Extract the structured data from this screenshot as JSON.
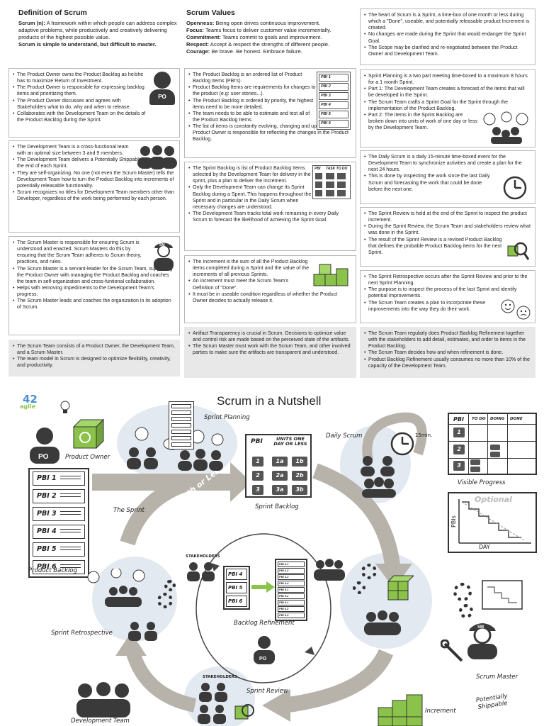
{
  "definition": {
    "heading": "Definition of Scrum",
    "term": "Scrum (n):",
    "text": " A framework within which people can address complex adaptive problems, while productively and creatively delivering products of the highest possible value.",
    "tagline": "Scrum is simple to understand, but difficult to master."
  },
  "values": {
    "heading": "Scrum Values",
    "items": [
      {
        "k": "Openness:",
        "v": " Being open drives continuous improvement."
      },
      {
        "k": "Focus:",
        "v": " Teams focus to deliver customer value incrementally."
      },
      {
        "k": "Commitment:",
        "v": " Teams commit to goals and improvement."
      },
      {
        "k": "Respect:",
        "v": " Accept & respect the strengths of different people."
      },
      {
        "k": "Courage:",
        "v": " Be brave. Be honest. Embrace failure."
      }
    ]
  },
  "sprint_card": {
    "items": [
      "The heart of Scrum is a Sprint, a time-box of one month or less during which a \"Done\", useable, and potentially releasable product Increment is created.",
      "No changes are made during the Sprint that would endanger the Sprint Goal.",
      "The Scope may be clarified and re-negotiated between the Product Owner and Development Team."
    ]
  },
  "product_owner_card": {
    "items": [
      "The Product Owner owns the Product Backlog as he/she has to maximize Return of Investment.",
      "The Product Owner is responsible for expressing backlog items and prioritizing them.",
      "The Product Owner discusses and agrees with Stakeholders what to do, why and when to release.",
      "Collaborates with the Development Team on the details of the Product Backlog during the Sprint."
    ],
    "badge": "PO"
  },
  "product_backlog_card": {
    "items": [
      "The Product Backlog is an ordered list of Product Backlog Items (PBI's).",
      "Product Backlog Items are requirements for changes to the product (e.g: user stories...).",
      "The Product Backlog is ordered by priority, the highest items need to be more detailed.",
      "The team needs to be able to estimate and test all of the Product Backlog Items.",
      "The list of items is constantly evolving, changing and updating, the Product Owner is responsible for reflecting the changes in the Product Backlog."
    ],
    "pbis": [
      "PBI 1",
      "PBI 2",
      "PBI 3",
      "PBI 4",
      "PBI 5",
      "PBI 6"
    ]
  },
  "sprint_planning_card": {
    "items": [
      "Sprint Planning is a two part meeting time-boxed to a maximum 8 hours for a 1 month Sprint.",
      "Part 1: The Development Team creates a forecast of the items that will be developed in the Sprint.",
      "The Scrum Team crafts a Sprint Goal for the Sprint through the implementation of the Product Backlog.",
      "Part 2: The items in the Sprint Backlog are broken down into units of work of one day or less by the Development Team."
    ]
  },
  "dev_team_card": {
    "items": [
      "The Development Team is a cross-functional team with an optimal size between 3 and 9 members.",
      "The Development Team delivers a Potentially Shippable Increment at the end of each Sprint.",
      "They are self-organizing. No one (not even the Scrum Master) tells the Development Team how to turn the Product Backlog into increments of potentially releasable functionality.",
      "Scrum recognizes no titles for Development Team members other than Developer, regardless of the work being performed by each person."
    ]
  },
  "sprint_backlog_card": {
    "items": [
      "The Sprint Backlog is list of Product Backlog Items selected by the Development Team for delivery in the sprint, plus a plan to deliver the increment.",
      "Only the Development Team can change its Sprint Backlog during a Sprint. This happens throughout the Sprint and in particular in the Daily Scrum when necessary changes are understood.",
      "The Development Team tracks total work remaining in every Daily Scrum to forecast the likelihood of achieving the Sprint Goal."
    ],
    "board_headers": [
      "PBI",
      "TASK TO DO"
    ]
  },
  "daily_scrum_card": {
    "items": [
      "The Daily Scrum is a daily 15-minute time-boxed event for the Development Team to synchronize activities and create a plan for the next 24 hours.",
      "This is done by inspecting the work since the last Daily Scrum and forecasting the work that could be done before the next one."
    ]
  },
  "scrum_master_card": {
    "items": [
      "The Scrum Master is responsible for ensuring Scrum is understood and enacted. Scrum Masters do this by ensuring that the Scrum Team adheres to Scrum theory, practices, and rules.",
      "The Scrum Master is a servant-leader for the Scrum Team, supporting the Product Owner with managing the Product Backlog and coaches the team in self-organization and cross-funtional collaboration.",
      "Helps with removing impediments to the Development Team's progress.",
      "The Scrum Master leads and coaches the organization in its adoption of Scrum."
    ],
    "badge": "SM"
  },
  "increment_card": {
    "items": [
      "The Increment is the sum of all the Product Backlog items completed during a Sprint and the value of the increments of all previous Sprints.",
      "An increment must meet the Scrum Team's Definition of \"Done\".",
      "It must be in useable condition regardless of whether the Product Owner decides to actually release it."
    ]
  },
  "sprint_review_card": {
    "items": [
      "The Sprint Review is held at the end of the Sprint to inspect the product increment.",
      "During the Sprint Review, the Scrum Team and stakeholders review what was done in the Sprint.",
      "The result of the Sprint Review is a revised Product Backlog that defines the probable Product Backlog items for the next Sprint."
    ]
  },
  "sprint_retro_card": {
    "items": [
      "The Sprint Retrospective occurs after the Sprint Review and prior to the next Sprint Planning.",
      "The purpose is to inspect the process of the last Sprint and identify potential improvements.",
      "The Scrum Team creates a plan to incorporate these improvements into the way they do their work."
    ]
  },
  "scrum_team_card": {
    "items": [
      "The Scrum Team consists of a Product Owner, the Development Team, and a Scrum Master.",
      "The team model in Scrum is designed to optimize flexibility, creativity, and productivity."
    ]
  },
  "artifact_card": {
    "items": [
      "Artifact Transparency is crucial in Scrum. Decisions to optimize value and control risk are made based on the perceived state of the artifacts.",
      "The Scrum Master must work with the Scrum Team, and other involved parties to make sure the artifacts are transparent and understood."
    ]
  },
  "refinement_card": {
    "items": [
      "The Scrum Team regularly does Product Backlog Refinement together with the stakeholders to add detail, estimates, and order to items in the Product Backlog.",
      "The Scrum Team decides how and when refinement is done.",
      "Product Backlog Refinement usually consumes no more than 10% of the capacity of the Development Team."
    ]
  },
  "diagram": {
    "title": "Scrum in a Nutshell",
    "logo_top": "42",
    "logo_bottom": "agile",
    "labels": {
      "product_owner": "Product Owner",
      "sprint_planning": "Sprint Planning",
      "daily_scrum": "Daily Scrum",
      "fifteen_min": "15min.",
      "the_sprint": "The Sprint",
      "one_month": "One Month or Less",
      "sprint_backlog": "Sprint Backlog",
      "product_backlog": "Product Backlog",
      "stakeholders_top": "STAKEHOLDERS",
      "stakeholders_bottom": "STAKEHOLDERS",
      "backlog_refinement": "Backlog Refinement",
      "sprint_retrospective": "Sprint Retrospective",
      "sprint_review": "Sprint Review",
      "development_team": "Development Team",
      "increment": "Increment",
      "potentially_shippable": "Potentially Shippable",
      "scrum_master": "Scrum Master",
      "visible_progress": "Visible Progress",
      "optional": "Optional",
      "day": "DAY",
      "pbis_axis": "PBIs",
      "po": "PO",
      "sm": "SM"
    },
    "product_backlog_rows": [
      "PBI 1",
      "PBI 2",
      "PBI 3",
      "PBI 4",
      "PBI 5",
      "PBI 6"
    ],
    "sprint_backlog_headers": [
      "PBI",
      "UNITS ONE DAY OR LESS"
    ],
    "sprint_backlog_cells": [
      [
        "1",
        "1a",
        "1b"
      ],
      [
        "2",
        "2a",
        "2b"
      ],
      [
        "3",
        "3a",
        "3b"
      ]
    ],
    "refine_left": [
      "PBI 4",
      "PBI 5",
      "PBI 6"
    ],
    "refine_right": [
      "PBI 4.1",
      "PBI 4.2",
      "PBI 4.3",
      "PBI 4.4",
      "PBI 5.1",
      "PBI 5.2",
      "PBI 6.1",
      "PBI 6.2",
      "PBI 6.3"
    ],
    "kanban_headers": [
      "PBI",
      "TO DO",
      "DOING",
      "DONE"
    ],
    "kanban_rows": [
      "1",
      "2",
      "3"
    ]
  },
  "colors": {
    "accent_green": "#8bc34a",
    "dark": "#3a3a3a",
    "arrow_gray": "#b7b3aa",
    "cloud": "#e3e9f0",
    "card_gray": "#e8e8e8"
  }
}
